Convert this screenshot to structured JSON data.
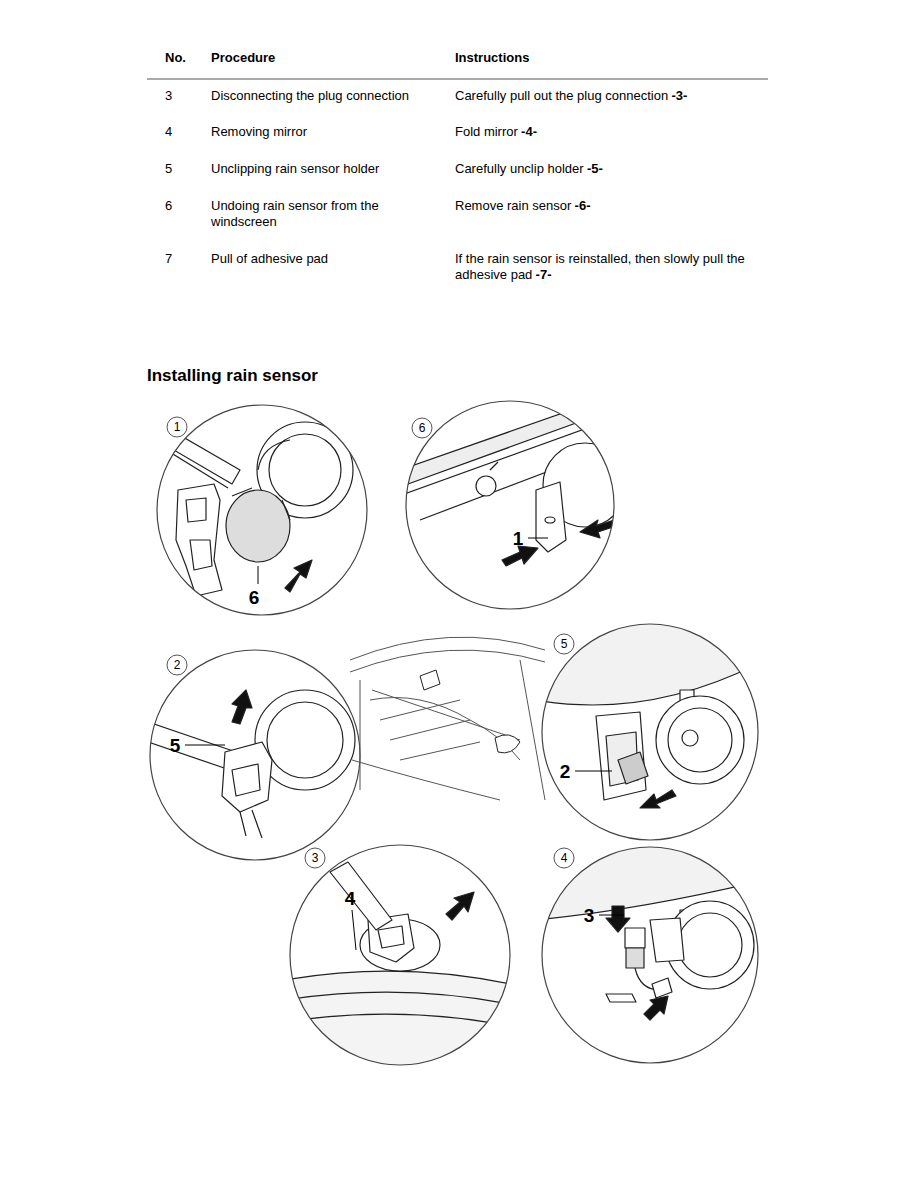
{
  "diagram": {
    "title": "Installing rain sensor",
    "labels": [
      "No.",
      "Procedure",
      "Instructions",
      "3",
      "Disconnecting the plug connection",
      "Carefully pull out the plug connection",
      "-3-",
      "4",
      "Removing mirror",
      "Fold mirror",
      "-4-",
      "5",
      "Unclipping rain sensor holder",
      "Carefully unclip holder",
      "-5-",
      "6",
      "Undoing rain sensor from the windscreen",
      "Remove rain sensor",
      "-6-",
      "7",
      "Pull of adhesive pad",
      "If the rain sensor is reinstalled, then slowly pull the adhesive pad",
      "-7-",
      "1",
      "6",
      "6",
      "1",
      "2",
      "5",
      "5",
      "2",
      "3",
      "4",
      "4",
      "3"
    ]
  }
}
